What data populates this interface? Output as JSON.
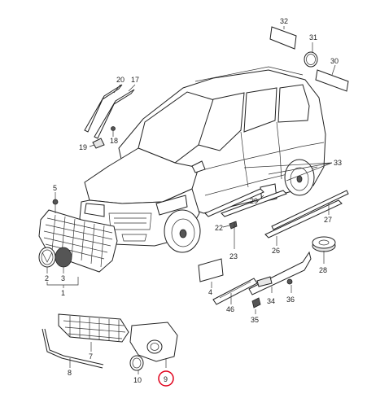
{
  "labels": {
    "p1": "1",
    "p2": "2",
    "p3": "3",
    "p4": "4",
    "p5": "5",
    "p7": "7",
    "p8": "8",
    "p9": "9",
    "p10": "10",
    "p17": "17",
    "p18": "18",
    "p19": "19",
    "p20": "20",
    "p22": "22",
    "p23": "23",
    "p26": "26",
    "p27": "27",
    "p28": "28",
    "p29": "29",
    "p30": "30",
    "p31": "31",
    "p32": "32",
    "p33": "33",
    "p34": "34",
    "p35": "35",
    "p36": "36",
    "p46": "46"
  },
  "highlight_color": "#e0001a"
}
